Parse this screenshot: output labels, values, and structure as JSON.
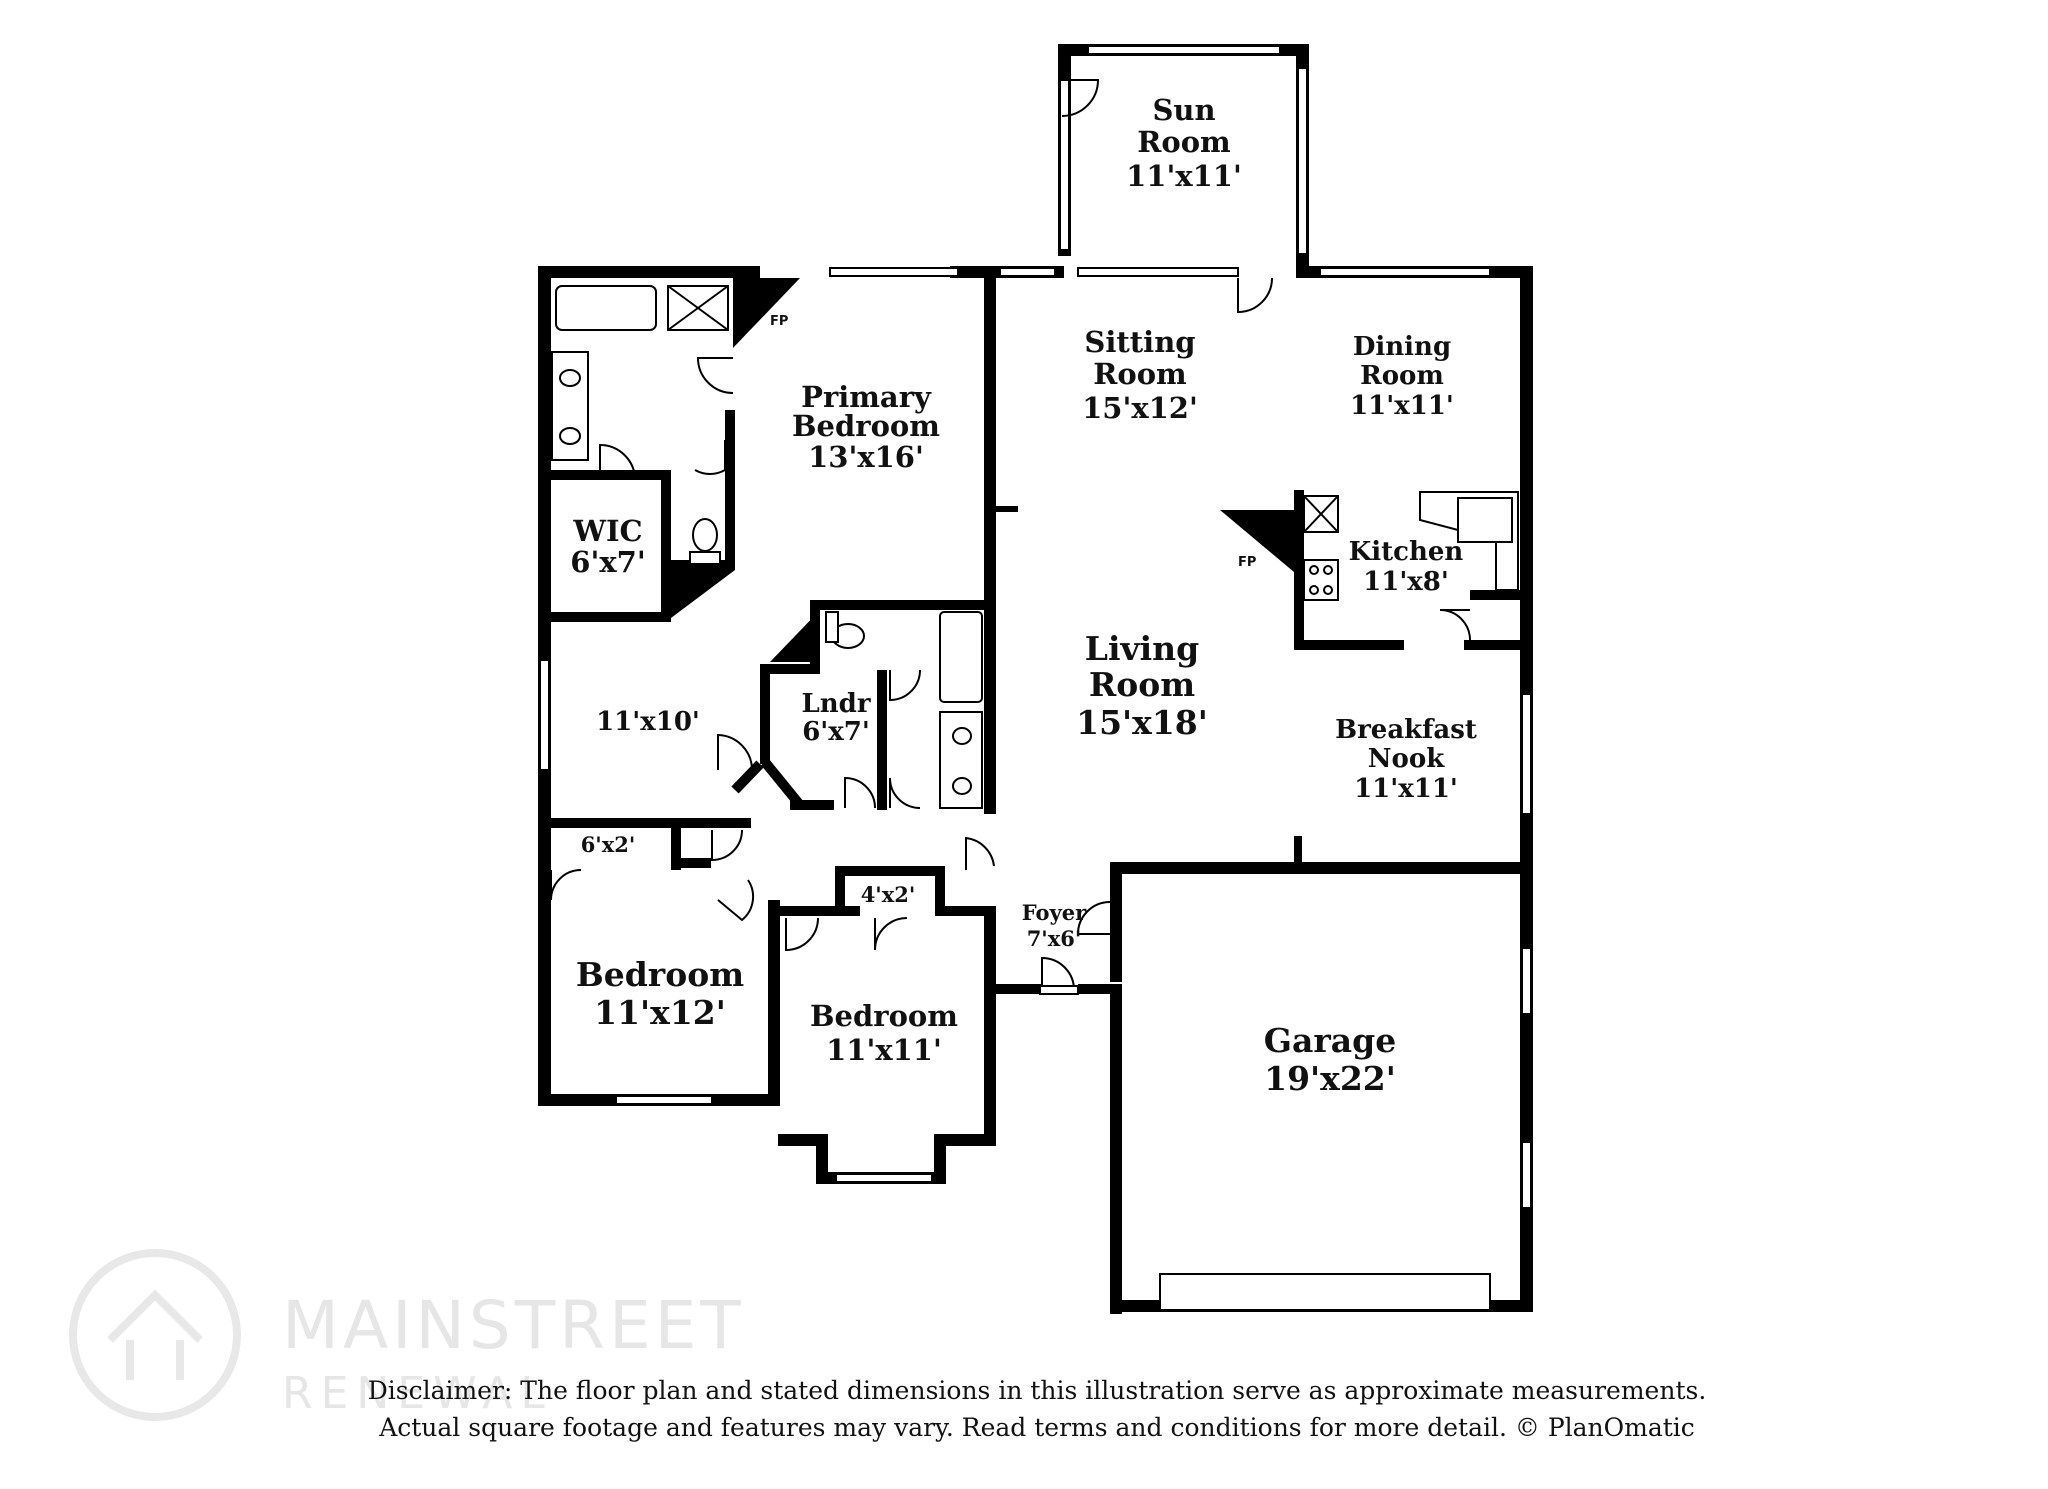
{
  "rooms": {
    "sun_room": {
      "name1": "Sun",
      "name2": "Room",
      "dim": "11'x11'"
    },
    "sitting_room": {
      "name1": "Sitting",
      "name2": "Room",
      "dim": "15'x12'"
    },
    "dining_room": {
      "name1": "Dining",
      "name2": "Room",
      "dim": "11'x11'"
    },
    "primary_bedroom": {
      "name1": "Primary",
      "name2": "Bedroom",
      "dim": "13'x16'"
    },
    "wic": {
      "name": "WIC",
      "dim": "6'x7'"
    },
    "kitchen": {
      "name": "Kitchen",
      "dim": "11'x8'"
    },
    "living_room": {
      "name1": "Living",
      "name2": "Room",
      "dim": "15'x18'"
    },
    "room_unnamed": {
      "dim": "11'x10'"
    },
    "laundry": {
      "name": "Lndr",
      "dim": "6'x7'"
    },
    "breakfast_nook": {
      "name1": "Breakfast",
      "name2": "Nook",
      "dim": "11'x11'"
    },
    "closet_a": {
      "dim": "6'x2'"
    },
    "closet_b": {
      "dim": "4'x2'"
    },
    "foyer": {
      "name": "Foyer",
      "dim": "7'x6'"
    },
    "bedroom_left": {
      "name": "Bedroom",
      "dim": "11'x12'"
    },
    "bedroom_mid": {
      "name": "Bedroom",
      "dim": "11'x11'"
    },
    "garage": {
      "name": "Garage",
      "dim": "19'x22'"
    }
  },
  "fireplace_label": "FP",
  "watermark": {
    "line1": "MAINSTREET",
    "line2": "RENEWAL"
  },
  "disclaimer": {
    "line1": "Disclaimer: The floor plan and stated dimensions in this illustration serve as approximate measurements.",
    "line2": "Actual square footage and features may vary. Read terms and conditions for more detail. © PlanOmatic"
  },
  "colors": {
    "wall": "#000000",
    "background": "#ffffff",
    "window": "#ffffff"
  }
}
